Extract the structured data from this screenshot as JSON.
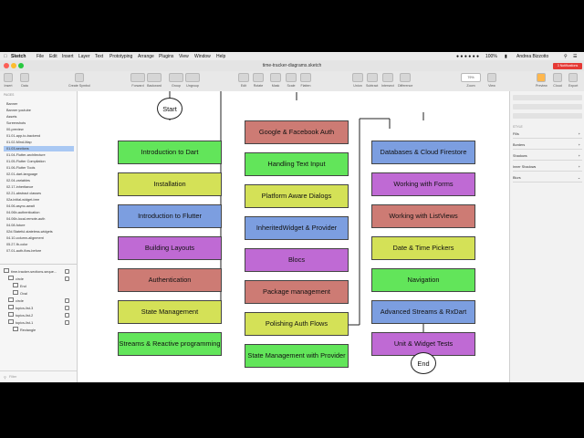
{
  "menubar": {
    "app": "Sketch",
    "items": [
      "File",
      "Edit",
      "Insert",
      "Layer",
      "Text",
      "Prototyping",
      "Arrange",
      "Plugins",
      "View",
      "Window",
      "Help"
    ],
    "battery": "100%",
    "user": "Andrea Bizzotto"
  },
  "window": {
    "title": "time-tracker-diagrams.sketch",
    "notification": "3 Notifications"
  },
  "toolbar": {
    "left": [
      "Insert",
      "Data"
    ],
    "create_symbol": "Create Symbol",
    "nav": [
      "Forward",
      "Backward",
      "Group",
      "Ungroup"
    ],
    "edit": [
      "Edit",
      "Rotate",
      "Mask",
      "Scale",
      "Flatten"
    ],
    "bool": [
      "Union",
      "Subtract",
      "Intersect",
      "Difference"
    ],
    "zoom_value": "79%",
    "zoom_label": "Zoom",
    "view_label": "View",
    "right": [
      "Preview",
      "Cloud",
      "Export"
    ]
  },
  "sidebar": {
    "header": "PAGES",
    "pages": [
      "Banner",
      "Banner youtube",
      "Assets",
      "Screenshots",
      "00-preview",
      "01.01-app-to-backend",
      "01.02-Mind-Map",
      "01.03-sections",
      "01.04-Flutter-architecture",
      "01.05-Flutter Compilation",
      "01.06-Flutter Tools",
      "02.01-dart-language",
      "02.04-variables",
      "02.17-inheritance",
      "02.21-abstract classes",
      "02a.initial-widget-tree",
      "04.06-async-await",
      "04.06b-authentication",
      "04.06b-local-remote-auth",
      "04.08-future",
      "02d.Stateful-stateless-widgets",
      "04.10-column-alignment",
      "05.27-fb-color",
      "07.01-auth-flow-before"
    ],
    "selected_page": 7,
    "layers": [
      {
        "label": "time-tracker-sections-seque...",
        "indent": 0
      },
      {
        "label": "circle",
        "indent": 1
      },
      {
        "label": "End",
        "indent": 2
      },
      {
        "label": "Oval",
        "indent": 2
      },
      {
        "label": "circle",
        "indent": 1
      },
      {
        "label": "topics-list-3",
        "indent": 1
      },
      {
        "label": "topics-list-2",
        "indent": 1
      },
      {
        "label": "topics-list-1",
        "indent": 1
      },
      {
        "label": "Rectangle",
        "indent": 2
      }
    ],
    "filter": "Filter"
  },
  "inspector": {
    "style_header": "STYLE",
    "sections": [
      "Fills",
      "Borders",
      "Shadows",
      "Inner Shadows",
      "Blurs"
    ]
  },
  "diagram": {
    "start": "Start",
    "end": "End",
    "colors": {
      "green": "#62e55a",
      "yellow": "#d4e157",
      "blue": "#7c9ee0",
      "purple": "#bf6ad4",
      "salmon": "#cd7b74"
    },
    "columns": [
      [
        {
          "label": "Introduction to Dart",
          "color": "green"
        },
        {
          "label": "Installation",
          "color": "yellow"
        },
        {
          "label": "Introduction to Flutter",
          "color": "blue"
        },
        {
          "label": "Building Layouts",
          "color": "purple"
        },
        {
          "label": "Authentication",
          "color": "salmon"
        },
        {
          "label": "State Management",
          "color": "yellow"
        },
        {
          "label": "Streams & Reactive programming",
          "color": "green"
        }
      ],
      [
        {
          "label": "Google & Facebook Auth",
          "color": "salmon"
        },
        {
          "label": "Handling Text Input",
          "color": "green"
        },
        {
          "label": "Platform Aware Dialogs",
          "color": "yellow"
        },
        {
          "label": "InheritedWidget & Provider",
          "color": "blue"
        },
        {
          "label": "Blocs",
          "color": "purple"
        },
        {
          "label": "Package management",
          "color": "salmon"
        },
        {
          "label": "Polishing Auth Flows",
          "color": "yellow"
        },
        {
          "label": "State Management with Provider",
          "color": "green"
        }
      ],
      [
        {
          "label": "Databases & Cloud Firestore",
          "color": "blue"
        },
        {
          "label": "Working with Forms",
          "color": "purple"
        },
        {
          "label": "Working with ListViews",
          "color": "salmon"
        },
        {
          "label": "Date & Time Pickers",
          "color": "yellow"
        },
        {
          "label": "Navigation",
          "color": "green"
        },
        {
          "label": "Advanced Streams & RxDart",
          "color": "blue"
        },
        {
          "label": "Unit & Widget Tests",
          "color": "purple"
        }
      ]
    ]
  }
}
